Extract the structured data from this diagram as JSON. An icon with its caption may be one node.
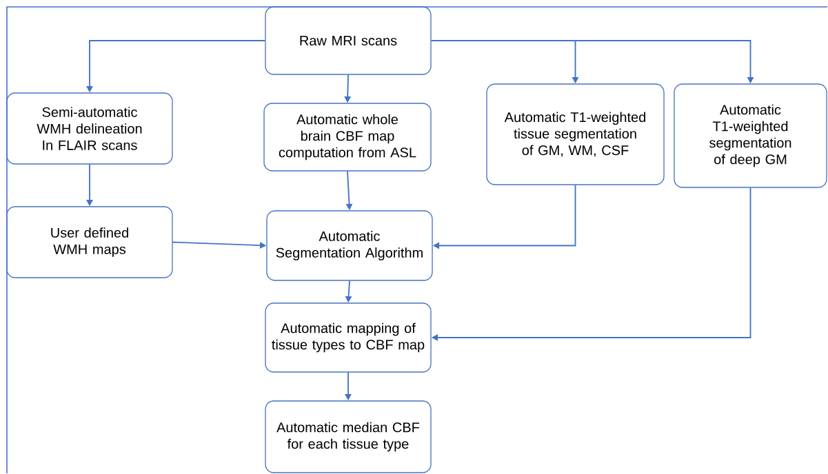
{
  "diagram": {
    "nodes": [
      {
        "text": [
          "Raw MRI scans"
        ]
      },
      {
        "text": [
          "Semi-automatic WMH delineation In FLAIR scans"
        ]
      },
      {
        "text": [
          "Automatic whole brain CBF map computation from ASL"
        ]
      },
      {
        "text": [
          "Automatic T1-weighted tissue segmentation of GM, WM, CSF"
        ]
      },
      {
        "text": [
          "Automatic T1-weighted segmentation of deep GM"
        ]
      },
      {
        "text": [
          "User defined WMH maps"
        ]
      },
      {
        "text": [
          "Automatic Segmentation Algorithm"
        ]
      },
      {
        "text": [
          "Automatic mapping of tissue types to CBF map"
        ]
      },
      {
        "text": [
          "Automatic median CBF for each tissue type"
        ]
      }
    ],
    "edges": [
      {
        "from": 0,
        "to": 1,
        "arrow": "to"
      },
      {
        "from": 0,
        "to": 2,
        "arrow": "to"
      },
      {
        "from": 0,
        "to": 3,
        "arrow": "to"
      },
      {
        "from": 0,
        "to": 4,
        "arrow": "to"
      },
      {
        "from": 1,
        "to": 5,
        "arrow": "to"
      },
      {
        "from": 2,
        "to": 6,
        "arrow": "to"
      },
      {
        "from": 5,
        "to": 6,
        "arrow": "to"
      },
      {
        "from": 3,
        "to": 6,
        "arrow": "to"
      },
      {
        "from": 6,
        "to": 7,
        "arrow": "to"
      },
      {
        "from": 4,
        "to": 7,
        "arrow": "to"
      },
      {
        "from": 7,
        "to": 8,
        "arrow": "to"
      }
    ]
  }
}
